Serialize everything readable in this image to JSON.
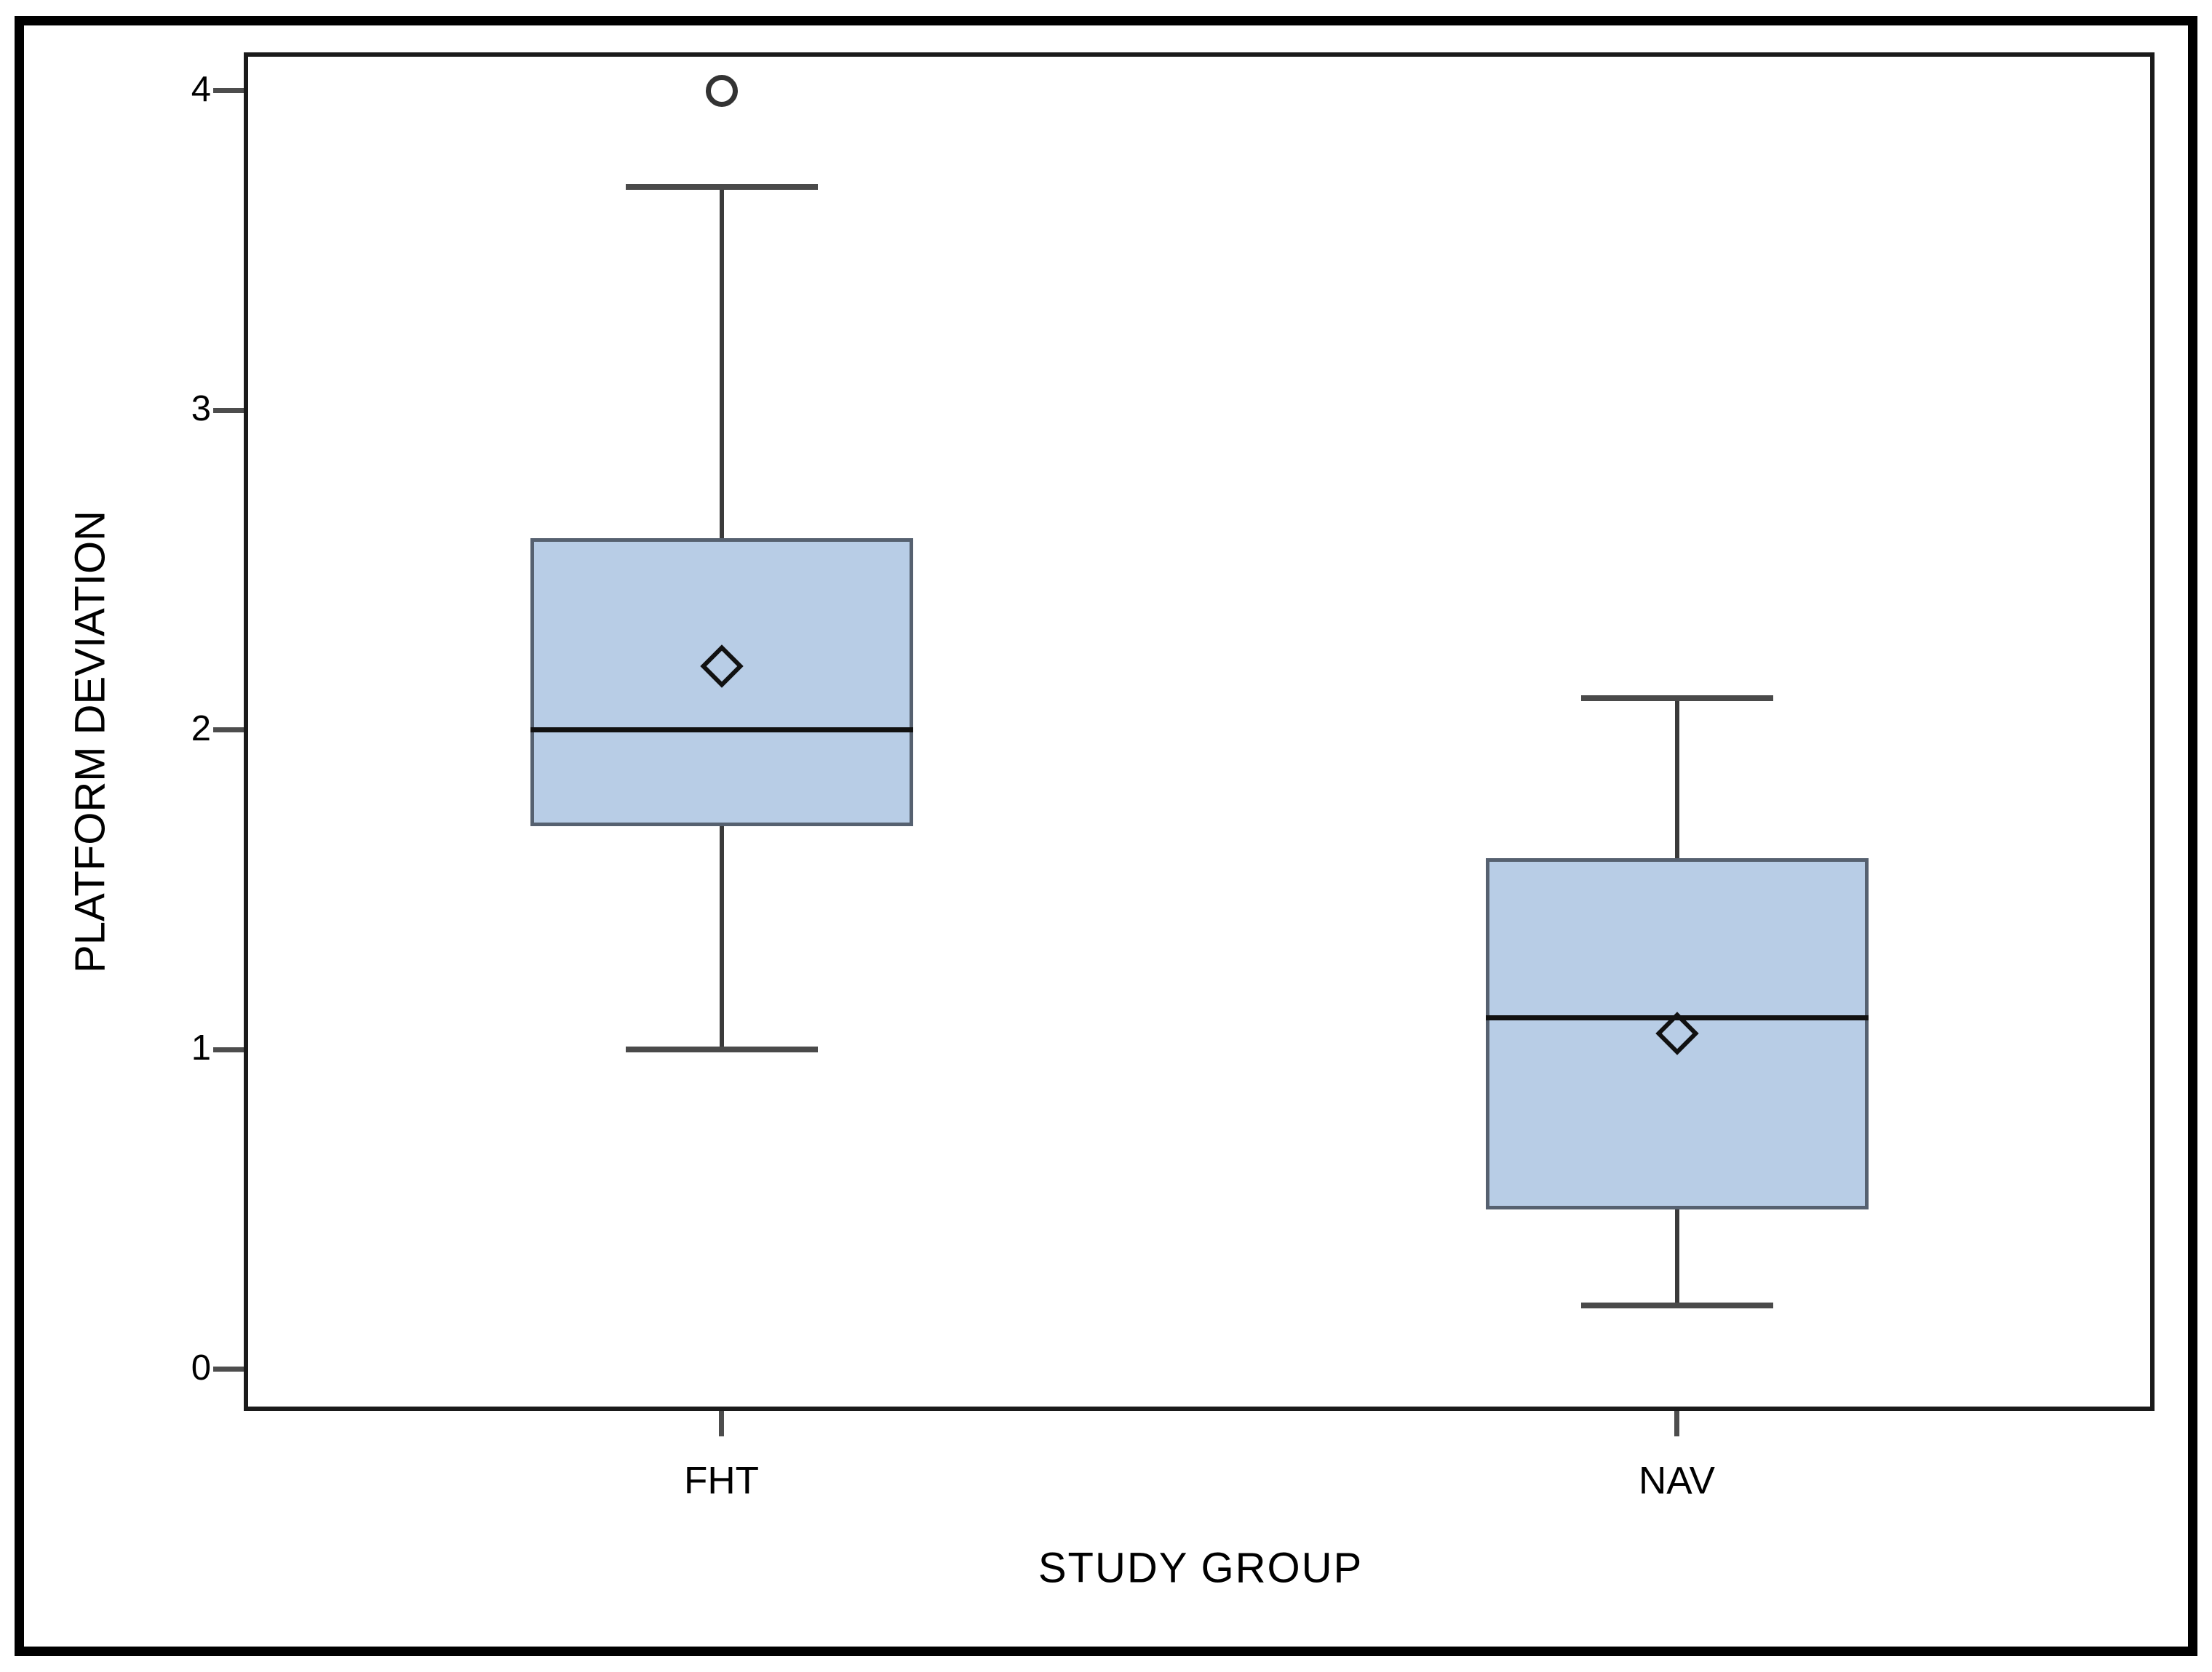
{
  "figure": {
    "background": "#FFFFFF",
    "outer_border_color": "#000000",
    "plot_border_color": "#1A1A1A"
  },
  "chart_data": {
    "type": "boxplot",
    "orientation": "vertical",
    "title": "",
    "xlabel": "STUDY GROUP",
    "ylabel": "PLATFORM DEVIATION",
    "categories": [
      "FHT",
      "NAV"
    ],
    "y_ticks": [
      0,
      1,
      2,
      3,
      4
    ],
    "y_display_min": -0.13,
    "y_display_max": 4.12,
    "grid": false,
    "legend": false,
    "series": [
      {
        "category": "FHT",
        "whisker_low": 1.0,
        "q1": 1.7,
        "median": 2.0,
        "mean": 2.2,
        "q3": 2.6,
        "whisker_high": 3.7,
        "outliers": [
          4.0
        ]
      },
      {
        "category": "NAV",
        "whisker_low": 0.2,
        "q1": 0.5,
        "median": 1.1,
        "mean": 1.05,
        "q3": 1.6,
        "whisker_high": 2.1,
        "outliers": []
      }
    ],
    "style": {
      "box_fill": "#B8CDE6",
      "box_border": "#566170",
      "median_color": "#111111",
      "whisker_color": "#3A3A3A",
      "cap_color": "#4A4A4A",
      "mean_marker": "open-diamond",
      "mean_marker_color": "#111111",
      "outlier_marker": "open-circle",
      "outlier_color": "#333333",
      "tick_color": "#4D4D4D",
      "text_color": "#000000"
    }
  }
}
